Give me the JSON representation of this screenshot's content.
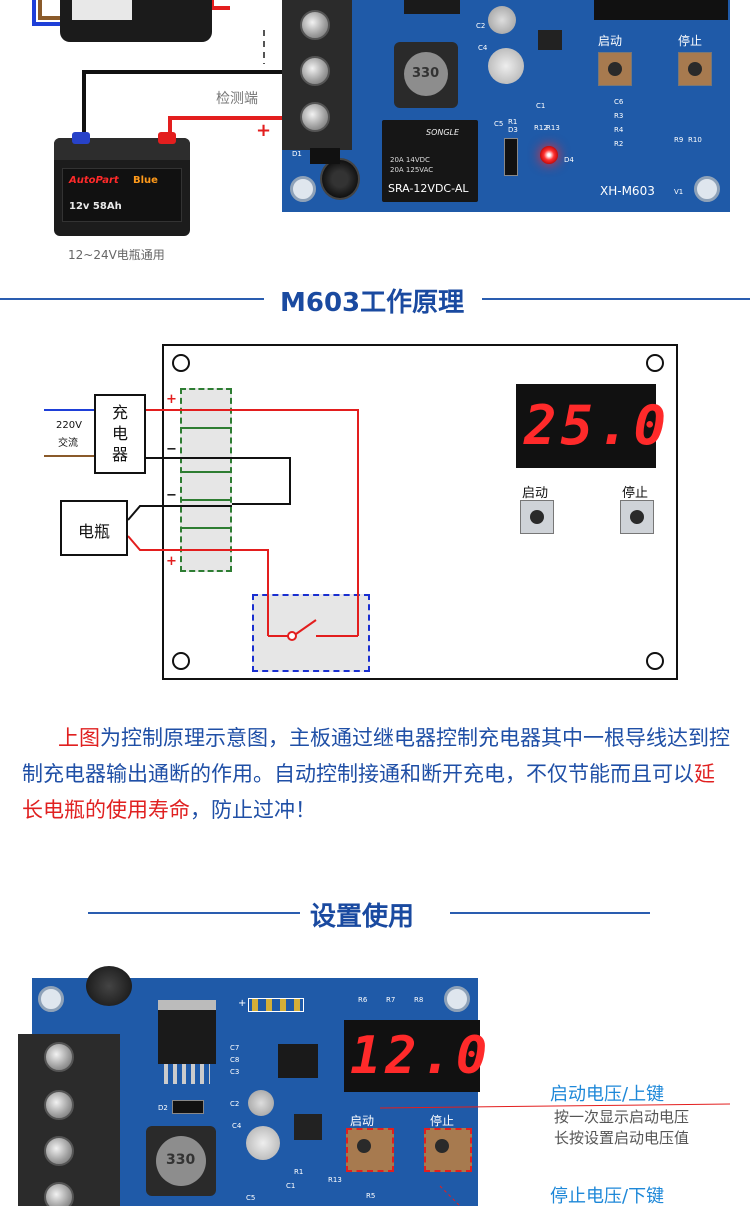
{
  "top_section": {
    "detect_label": "检测端",
    "plus_label": "+",
    "battery_caption": "12~24V电瓶通用",
    "battery_brand_a": "AutoPart",
    "battery_brand_b": "Blue",
    "battery_spec": "12v 58Ah",
    "board_model": "XH-M603",
    "board_version": "V1",
    "relay_brand": "SONGLE",
    "relay_line1": "20A 14VDC",
    "relay_line2": "20A 125VAC",
    "relay_model": "SRA-12VDC-AL",
    "inductor_value": "330",
    "btn_start": "启动",
    "btn_stop": "停止",
    "silkscreen_d1": "D1",
    "silkscreen_d3": "D3",
    "silkscreen_d4": "D4",
    "silkscreen_c2": "C2",
    "silkscreen_c4": "C4",
    "silkscreen_c1": "C1",
    "silkscreen_c5": "C5",
    "silkscreen_r1": "R1",
    "silkscreen_r12": "R12",
    "silkscreen_r13": "R13",
    "silkscreen_c6": "C6",
    "silkscreen_r3": "R3",
    "silkscreen_r4": "R4",
    "silkscreen_r2": "R2",
    "silkscreen_r9": "R9",
    "silkscreen_r10": "R10"
  },
  "principle_section": {
    "title": "M603工作原理",
    "charger_label": "充\n电\n器",
    "ac_voltage": "220V",
    "ac_label": "交流",
    "battery_label": "电瓶",
    "plus1": "+",
    "minus1": "−",
    "minus2": "−",
    "plus2": "+",
    "display_value": "25.0",
    "btn_start": "启动",
    "btn_stop": "停止"
  },
  "description": {
    "part1_red": "上图",
    "part2": "为控制原理示意图，主板通过继电器控制充电器其中一根导线达到控制充电器输出通断的作用。自动控制接通和断开充电，不仅节能而且可以",
    "part3_red": "延长电瓶的使用寿命",
    "part4": "，防止过冲！"
  },
  "settings_section": {
    "title": "设置使用",
    "display_value": "12.0",
    "inductor_value": "330",
    "btn_start": "启动",
    "btn_stop": "停止",
    "start_voltage_label": "启动电压/上键",
    "start_desc_1": "按一次显示启动电压",
    "start_desc_2": "长按设置启动电压值",
    "stop_voltage_label": "停止电压/下键",
    "silkscreen_r6": "R6",
    "silkscreen_r7": "R7",
    "silkscreen_r8": "R8",
    "silkscreen_c7": "C7",
    "silkscreen_c8": "C8",
    "silkscreen_c3": "C3",
    "silkscreen_c2": "C2",
    "silkscreen_c4": "C4",
    "silkscreen_c1": "C1",
    "silkscreen_c5": "C5",
    "silkscreen_r13": "R13",
    "silkscreen_r5": "R5",
    "silkscreen_r1": "R1",
    "silkscreen_d2": "D2",
    "header_plus": "+"
  },
  "colors": {
    "pcb_blue": "#1f5aa8",
    "title_blue": "#1a4aa0",
    "text_blue": "#1f4fa6",
    "highlight_red": "#e02020",
    "wire_red": "#e31e1e",
    "dashed_green": "#2e7d32",
    "dashed_blue": "#1a2fd0",
    "segment_red": "#ff2a2a",
    "callout_blue": "#1e88d8"
  }
}
